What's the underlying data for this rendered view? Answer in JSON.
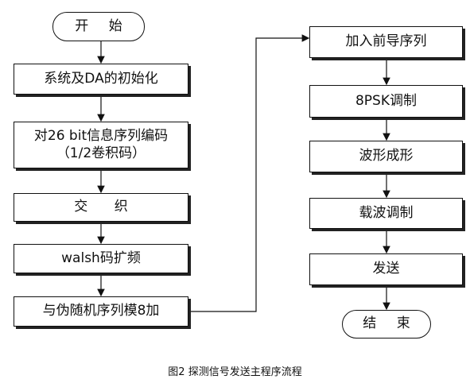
{
  "left_column": {
    "start": "开 始",
    "init": "系统及DA的初始化",
    "encode_line1": "对26 bit信息序列编码",
    "encode_line2": "（1/2卷积码）",
    "interleave": "交 织",
    "walsh": "walsh码扩频",
    "pn": "与伪随机序列模8加"
  },
  "right_column": {
    "preamble": "加入前导序列",
    "psk": "8PSK调制",
    "shaping": "波形成形",
    "carrier": "载波调制",
    "send": "发送",
    "end": "结 束"
  },
  "caption": "图2 探测信号发送主程序流程"
}
